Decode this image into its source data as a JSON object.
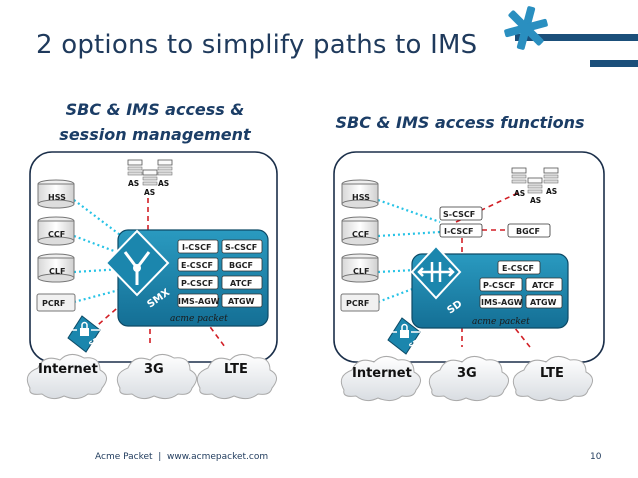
{
  "title": "2 options to simplify paths to IMS",
  "left_panel": {
    "title_line1": "SBC & IMS access &",
    "title_line2": "session management",
    "left_boxes": [
      "HSS",
      "CCF",
      "CLF",
      "PCRF"
    ],
    "as_labels": [
      "AS",
      "AS",
      "AS"
    ],
    "core_functions": [
      "I-CSCF",
      "S-CSCF",
      "E-CSCF",
      "BGCF",
      "P-CSCF",
      "ATCF",
      "IMS-AGW",
      "ATGW"
    ],
    "core_badge": "SMX",
    "core_brand": "acme packet",
    "sd_badge": "SD",
    "clouds": [
      "Internet",
      "3G",
      "LTE"
    ]
  },
  "right_panel": {
    "title": "SBC & IMS access functions",
    "left_boxes": [
      "HSS",
      "CCF",
      "CLF",
      "PCRF"
    ],
    "as_labels": [
      "AS",
      "AS",
      "AS"
    ],
    "ims_functions": [
      "S-CSCF",
      "I-CSCF",
      "BGCF"
    ],
    "core_functions": [
      "E-CSCF",
      "P-CSCF",
      "ATCF",
      "IMS-AGW",
      "ATGW"
    ],
    "core_badge": "SD",
    "core_brand": "acme packet",
    "sd_badge": "SD",
    "clouds": [
      "Internet",
      "3G",
      "LTE"
    ]
  },
  "footer": {
    "text": "Acme Packet  |  www.acmepacket.com",
    "page": "10"
  },
  "colors": {
    "title": "#1f3a5c",
    "panel_title": "#1b3d66",
    "core_blue": "#1b86ad",
    "accent_bar": "#1b4f7a",
    "star": "#2a8fc0",
    "dotted_cyan": "#27c3e6",
    "dashed_red": "#d21f26"
  }
}
